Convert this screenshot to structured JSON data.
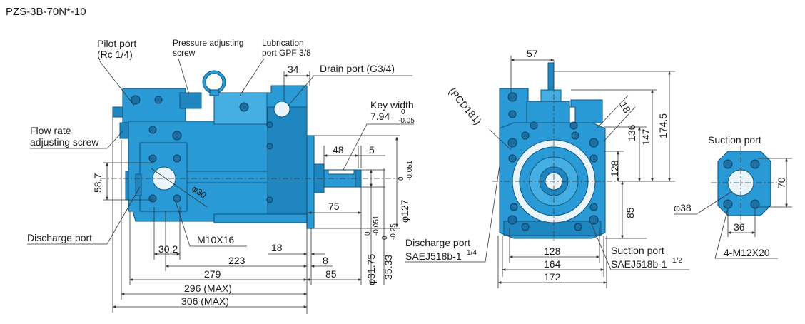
{
  "model": "PZS-3B-70N*-10",
  "labels": {
    "pilot_port_1": "Pilot port",
    "pilot_port_2": "(Rc  1/4)",
    "pressure_adj_1": "Pressure adjusting",
    "pressure_adj_2": "screw",
    "lubrication_1": "Lubrication",
    "lubrication_2": "port GPF 3/8",
    "drain_port": "Drain port (G3/4)",
    "key_width": "Key width",
    "flow_rate_1": "Flow rate",
    "flow_rate_2": "adjusting screw",
    "discharge_port": "Discharge port",
    "pcd": "(PCD181)",
    "suction_port_title": "Suction port",
    "discharge_port_2": "Discharge port",
    "discharge_std": "SAEJ518b-1",
    "discharge_std_sup": "1/4",
    "suction_port_2": "Suction port",
    "suction_std": "SAEJ518b-1",
    "suction_std_sup": "1/2",
    "bolt_spec": "4-M12X20",
    "m10": "M10X16"
  },
  "dims": {
    "d34": "34",
    "d57": "57",
    "key_val": "7.94",
    "key_tol_top": "0",
    "key_tol_bot": "-0.05",
    "d48": "48",
    "d5": "5",
    "d58_7": "58.7",
    "phi30": "φ30",
    "d75": "75",
    "phi127": "φ127",
    "phi127_top": "0",
    "phi127_bot": "-0.051",
    "d30_2": "30.2",
    "d18": "18",
    "d223": "223",
    "d8": "8",
    "d279": "279",
    "d85a": "85",
    "d296": "296 (MAX)",
    "d306": "306 (MAX)",
    "phi31_75": "φ31.75",
    "phi31_top": "0",
    "phi31_bot": "-0.051",
    "d35_33": "35.33",
    "d35_top": "0",
    "d35_bot": "-0.25",
    "d18b": "18",
    "d136": "136",
    "d147": "147",
    "d174_5": "174.5",
    "d128v": "128",
    "d85v": "85",
    "d128h": "128",
    "d164": "164",
    "d172": "172",
    "d70": "70",
    "phi38": "φ38",
    "d36": "36"
  },
  "colors": {
    "body": "#2a9ad6",
    "outline": "#11587f"
  }
}
